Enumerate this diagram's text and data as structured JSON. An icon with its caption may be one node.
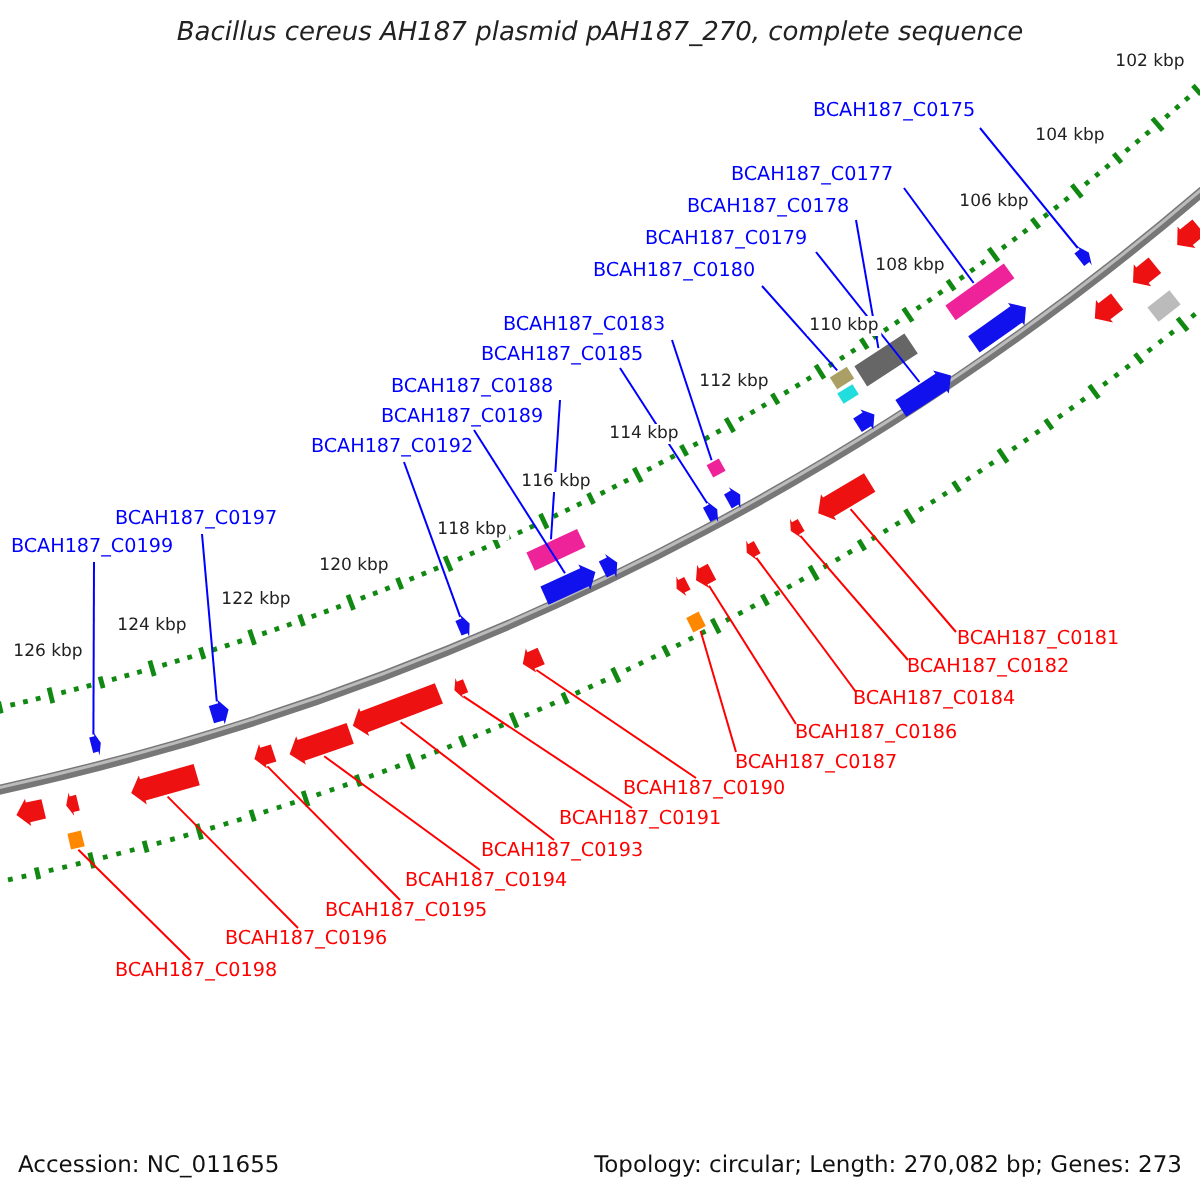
{
  "diagram": {
    "title": "Bacillus cereus AH187 plasmid pAH187_270, complete sequence",
    "nodes": [
      {
        "text": [
          "BCAH187_C0175"
        ]
      },
      {
        "text": [
          "BCAH187_C0177"
        ]
      },
      {
        "text": [
          "BCAH187_C0178"
        ]
      },
      {
        "text": [
          "BCAH187_C0179"
        ]
      },
      {
        "text": [
          "BCAH187_C0180"
        ]
      },
      {
        "text": [
          "BCAH187_C0183"
        ]
      },
      {
        "text": [
          "BCAH187_C0185"
        ]
      },
      {
        "text": [
          "BCAH187_C0188"
        ]
      },
      {
        "text": [
          "BCAH187_C0189"
        ]
      },
      {
        "text": [
          "BCAH187_C0192"
        ]
      },
      {
        "text": [
          "BCAH187_C0197"
        ]
      },
      {
        "text": [
          "BCAH187_C0199"
        ]
      },
      {
        "text": [
          "BCAH187_C0181"
        ]
      },
      {
        "text": [
          "BCAH187_C0182"
        ]
      },
      {
        "text": [
          "BCAH187_C0184"
        ]
      },
      {
        "text": [
          "BCAH187_C0186"
        ]
      },
      {
        "text": [
          "BCAH187_C0187"
        ]
      },
      {
        "text": [
          "BCAH187_C0190"
        ]
      },
      {
        "text": [
          "BCAH187_C0191"
        ]
      },
      {
        "text": [
          "BCAH187_C0193"
        ]
      },
      {
        "text": [
          "BCAH187_C0194"
        ]
      },
      {
        "text": [
          "BCAH187_C0195"
        ]
      },
      {
        "text": [
          "BCAH187_C0196"
        ]
      },
      {
        "text": [
          "BCAH187_C0198"
        ]
      },
      {
        "text": [],
        "shape": "box"
      },
      {
        "text": [],
        "shape": "arrow"
      },
      {
        "text": [],
        "shape": "arrow"
      },
      {
        "text": [],
        "shape": "box"
      },
      {
        "text": [],
        "shape": "box"
      },
      {
        "text": [],
        "shape": "box"
      },
      {
        "text": [],
        "shape": "arrow"
      },
      {
        "text": [],
        "shape": "arrow"
      },
      {
        "text": [],
        "shape": "box"
      },
      {
        "text": [],
        "shape": "arrow"
      },
      {
        "text": [],
        "shape": "arrow"
      },
      {
        "text": [],
        "shape": "box"
      },
      {
        "text": [],
        "shape": "arrow"
      },
      {
        "text": [],
        "shape": "arrow"
      },
      {
        "text": [],
        "shape": "arrow"
      },
      {
        "text": [],
        "shape": "arrow"
      },
      {
        "text": [],
        "shape": "arrow"
      },
      {
        "text": [],
        "shape": "arrow"
      },
      {
        "text": [],
        "shape": "arrow"
      },
      {
        "text": [],
        "shape": "arrow"
      },
      {
        "text": [],
        "shape": "box"
      },
      {
        "text": [],
        "shape": "arrow"
      },
      {
        "text": [],
        "shape": "arrow"
      },
      {
        "text": [],
        "shape": "arrow"
      },
      {
        "text": [],
        "shape": "arrow"
      },
      {
        "text": [],
        "shape": "arrow"
      },
      {
        "text": [],
        "shape": "box"
      },
      {
        "text": [],
        "shape": "arrow"
      },
      {
        "text": [],
        "shape": "arrow"
      },
      {
        "text": [],
        "shape": "arrow"
      },
      {
        "text": [],
        "shape": "arrow"
      },
      {
        "text": [],
        "shape": "arrow"
      },
      {
        "text": [],
        "shape": "arrow"
      },
      {
        "text": [],
        "shape": "arrow"
      },
      {
        "text": [],
        "shape": "arrow"
      },
      {
        "text": [],
        "shape": "box"
      }
    ],
    "edges": [
      {
        "from": 0,
        "to": 26,
        "arrow": "none",
        "color": "#0000ff"
      },
      {
        "from": 1,
        "to": 24,
        "arrow": "none",
        "color": "#0000ff"
      },
      {
        "from": 2,
        "to": 27,
        "arrow": "none",
        "color": "#0000ff"
      },
      {
        "from": 3,
        "to": 30,
        "arrow": "none",
        "color": "#0000ff"
      },
      {
        "from": 4,
        "to": 28,
        "arrow": "none",
        "color": "#0000ff"
      },
      {
        "from": 5,
        "to": 32,
        "arrow": "none",
        "color": "#0000ff"
      },
      {
        "from": 6,
        "to": 33,
        "arrow": "none",
        "color": "#0000ff"
      },
      {
        "from": 7,
        "to": 35,
        "arrow": "none",
        "color": "#0000ff"
      },
      {
        "from": 8,
        "to": 36,
        "arrow": "none",
        "color": "#0000ff"
      },
      {
        "from": 9,
        "to": 38,
        "arrow": "none",
        "color": "#0000ff"
      },
      {
        "from": 10,
        "to": 39,
        "arrow": "none",
        "color": "#0000ff"
      },
      {
        "from": 11,
        "to": 40,
        "arrow": "none",
        "color": "#0000ff"
      },
      {
        "from": 12,
        "to": 45,
        "arrow": "none",
        "color": "#ff0000"
      },
      {
        "from": 13,
        "to": 46,
        "arrow": "none",
        "color": "#ff0000"
      },
      {
        "from": 14,
        "to": 47,
        "arrow": "none",
        "color": "#ff0000"
      },
      {
        "from": 15,
        "to": 48,
        "arrow": "none",
        "color": "#ff0000"
      },
      {
        "from": 16,
        "to": 50,
        "arrow": "none",
        "color": "#ff0000"
      },
      {
        "from": 17,
        "to": 51,
        "arrow": "none",
        "color": "#ff0000"
      },
      {
        "from": 18,
        "to": 52,
        "arrow": "none",
        "color": "#ff0000"
      },
      {
        "from": 19,
        "to": 53,
        "arrow": "none",
        "color": "#ff0000"
      },
      {
        "from": 20,
        "to": 54,
        "arrow": "none",
        "color": "#ff0000"
      },
      {
        "from": 21,
        "to": 55,
        "arrow": "none",
        "color": "#ff0000"
      },
      {
        "from": 22,
        "to": 56,
        "arrow": "none",
        "color": "#ff0000"
      },
      {
        "from": 23,
        "to": 59,
        "arrow": "none",
        "color": "#ff0000"
      }
    ],
    "labels": [
      "102 kbp",
      "104 kbp",
      "106 kbp",
      "108 kbp",
      "110 kbp",
      "112 kbp",
      "114 kbp",
      "116 kbp",
      "118 kbp",
      "120 kbp",
      "122 kbp",
      "124 kbp",
      "126 kbp",
      "Accession: NC_011655",
      "Topology: circular; Length: 270,082 bp; Genes: 273"
    ]
  }
}
